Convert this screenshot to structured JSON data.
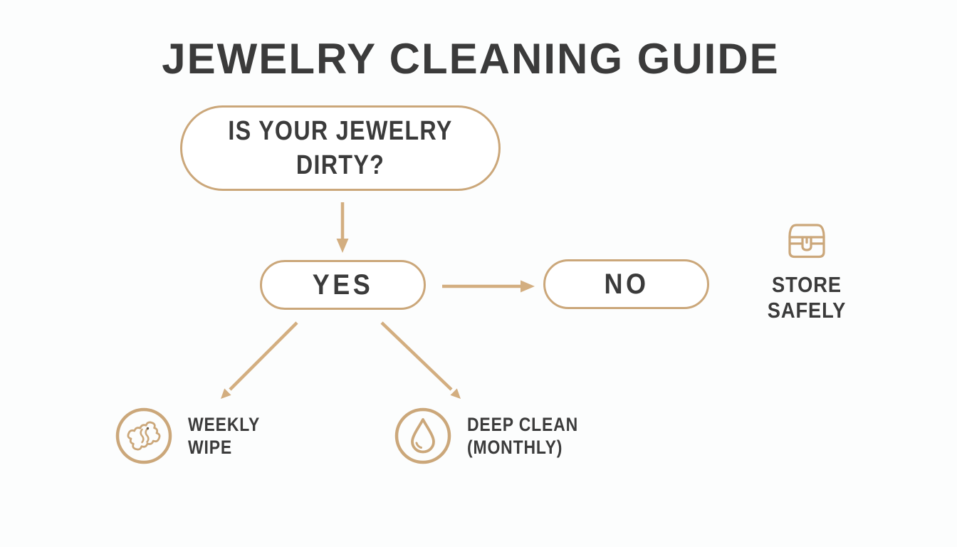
{
  "title": "JEWELRY CLEANING GUIDE",
  "colors": {
    "accent": "#CBA77A",
    "arrow": "#D3AE80",
    "text": "#3B3B3B",
    "background": "#FCFDFD"
  },
  "flowchart": {
    "question": "IS YOUR JEWELRY DIRTY?",
    "yes_label": "YES",
    "no_label": "NO",
    "store": {
      "label": "STORE SAFELY",
      "icon": "jewelry-box-icon"
    },
    "outcomes": [
      {
        "label": "WEEKLY WIPE",
        "icon": "wipe-cloth-icon"
      },
      {
        "label": "DEEP CLEAN (MONTHLY)",
        "icon": "water-drop-icon"
      }
    ]
  }
}
